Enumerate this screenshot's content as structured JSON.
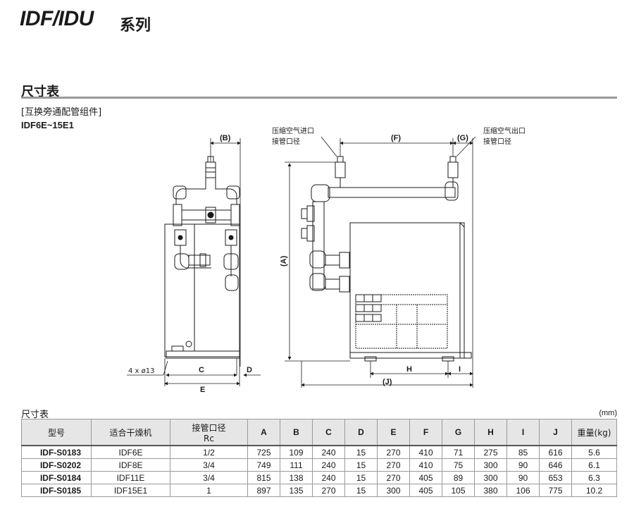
{
  "header": {
    "title": "IDF/IDU",
    "suffix": "系列"
  },
  "section": {
    "heading": "尺寸表",
    "kit_label": "[互换旁通配管组件]",
    "model_range": "IDF6E~15E1"
  },
  "drawing": {
    "callouts": {
      "inlet": [
        "压缩空气进口",
        "接管口径"
      ],
      "outlet": [
        "压缩空气出口",
        "接管口径"
      ],
      "holes": "4 x ø13"
    },
    "dims": {
      "A": "(A)",
      "B": "(B)",
      "C": "C",
      "D": "D",
      "E": "E",
      "F": "(F)",
      "G": "(G)",
      "H": "H",
      "I": "I",
      "J": "(J)"
    }
  },
  "table": {
    "caption": "尺寸表",
    "unit": "(mm)",
    "headers": [
      "型号",
      "适合干燥机",
      "接管口径\nRc",
      "A",
      "B",
      "C",
      "D",
      "E",
      "F",
      "G",
      "H",
      "I",
      "J",
      "重量(kg)"
    ],
    "rows": [
      [
        "IDF-S0183",
        "IDF6E",
        "1/2",
        "725",
        "109",
        "240",
        "15",
        "270",
        "410",
        "71",
        "275",
        "85",
        "616",
        "5.6"
      ],
      [
        "IDF-S0202",
        "IDF8E",
        "3/4",
        "749",
        "111",
        "240",
        "15",
        "270",
        "410",
        "75",
        "300",
        "90",
        "646",
        "6.1"
      ],
      [
        "IDF-S0184",
        "IDF11E",
        "3/4",
        "815",
        "138",
        "240",
        "15",
        "270",
        "405",
        "89",
        "300",
        "90",
        "653",
        "6.3"
      ],
      [
        "IDF-S0185",
        "IDF15E1",
        "1",
        "897",
        "135",
        "270",
        "15",
        "300",
        "405",
        "105",
        "380",
        "106",
        "775",
        "10.2"
      ]
    ]
  }
}
